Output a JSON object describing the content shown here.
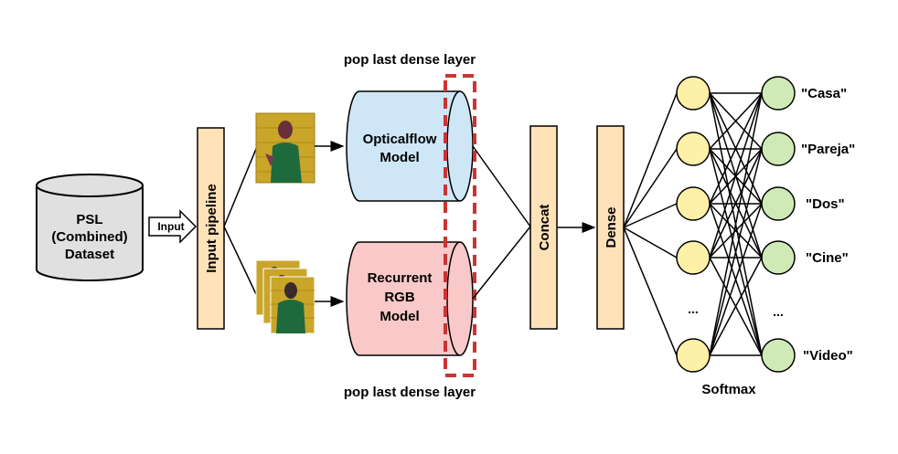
{
  "dataset": {
    "lines": [
      "PSL",
      "(Combined)",
      "Dataset"
    ]
  },
  "input_arrow_label": "Input",
  "input_pipeline_label": "Input pipeline",
  "top_note": "pop last dense layer",
  "bottom_note": "pop last dense layer",
  "opticalflow_model": {
    "lines": [
      "Opticalflow",
      "Model"
    ]
  },
  "rgb_model": {
    "lines": [
      "Recurrent",
      "RGB",
      "Model"
    ]
  },
  "concat_label": "Concat",
  "dense_label": "Dense",
  "softmax_label": "Softmax",
  "hidden_ellipsis": "...",
  "output_ellipsis": "...",
  "output_classes": [
    "\"Casa\"",
    "\"Pareja\"",
    "\"Dos\"",
    "\"Cine\"",
    "\"Video\""
  ],
  "colors": {
    "dataset_fill": "#e0e0e0",
    "pipeline_fill": "#ffe2b8",
    "opticalflow_fill": "#cfe6f7",
    "rgb_fill": "#f9c8c8",
    "hidden_node_fill": "#fff0a8",
    "output_node_fill": "#cfeab6",
    "dashed_box": "#cc3333"
  }
}
